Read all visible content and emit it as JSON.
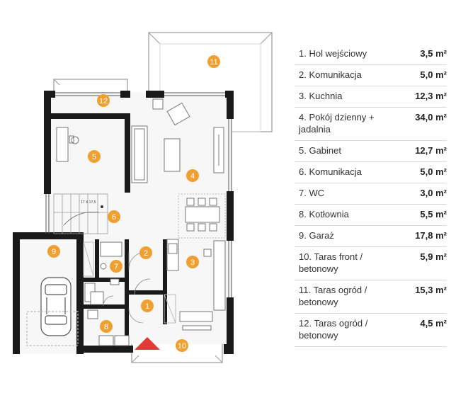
{
  "rooms": [
    {
      "num": "1",
      "name": "Hol wejściowy",
      "area": "3,5 m²"
    },
    {
      "num": "2",
      "name": "Komunikacja",
      "area": "5,0 m²"
    },
    {
      "num": "3",
      "name": "Kuchnia",
      "area": "12,3 m²"
    },
    {
      "num": "4",
      "name": "Pokój dzienny + jadalnia",
      "area": "34,0 m²"
    },
    {
      "num": "5",
      "name": "Gabinet",
      "area": "12,7 m²"
    },
    {
      "num": "6",
      "name": "Komunikacja",
      "area": "5,0 m²"
    },
    {
      "num": "7",
      "name": "WC",
      "area": "3,0 m²"
    },
    {
      "num": "8",
      "name": "Kotłownia",
      "area": "5,5 m²"
    },
    {
      "num": "9",
      "name": "Garaż",
      "area": "17,8 m²"
    },
    {
      "num": "10",
      "name": "Taras front / betonowy",
      "area": "5,9 m²"
    },
    {
      "num": "11",
      "name": "Taras ogród / betonowy",
      "area": "15,3 m²"
    },
    {
      "num": "12",
      "name": "Taras ogród / betonowy",
      "area": "4,5 m²"
    }
  ],
  "plan": {
    "stair_label": "17 X 17,5",
    "badge_color": "#f0a030",
    "wall_color": "#1a1a1a",
    "entry_arrow_color": "#e53935"
  }
}
